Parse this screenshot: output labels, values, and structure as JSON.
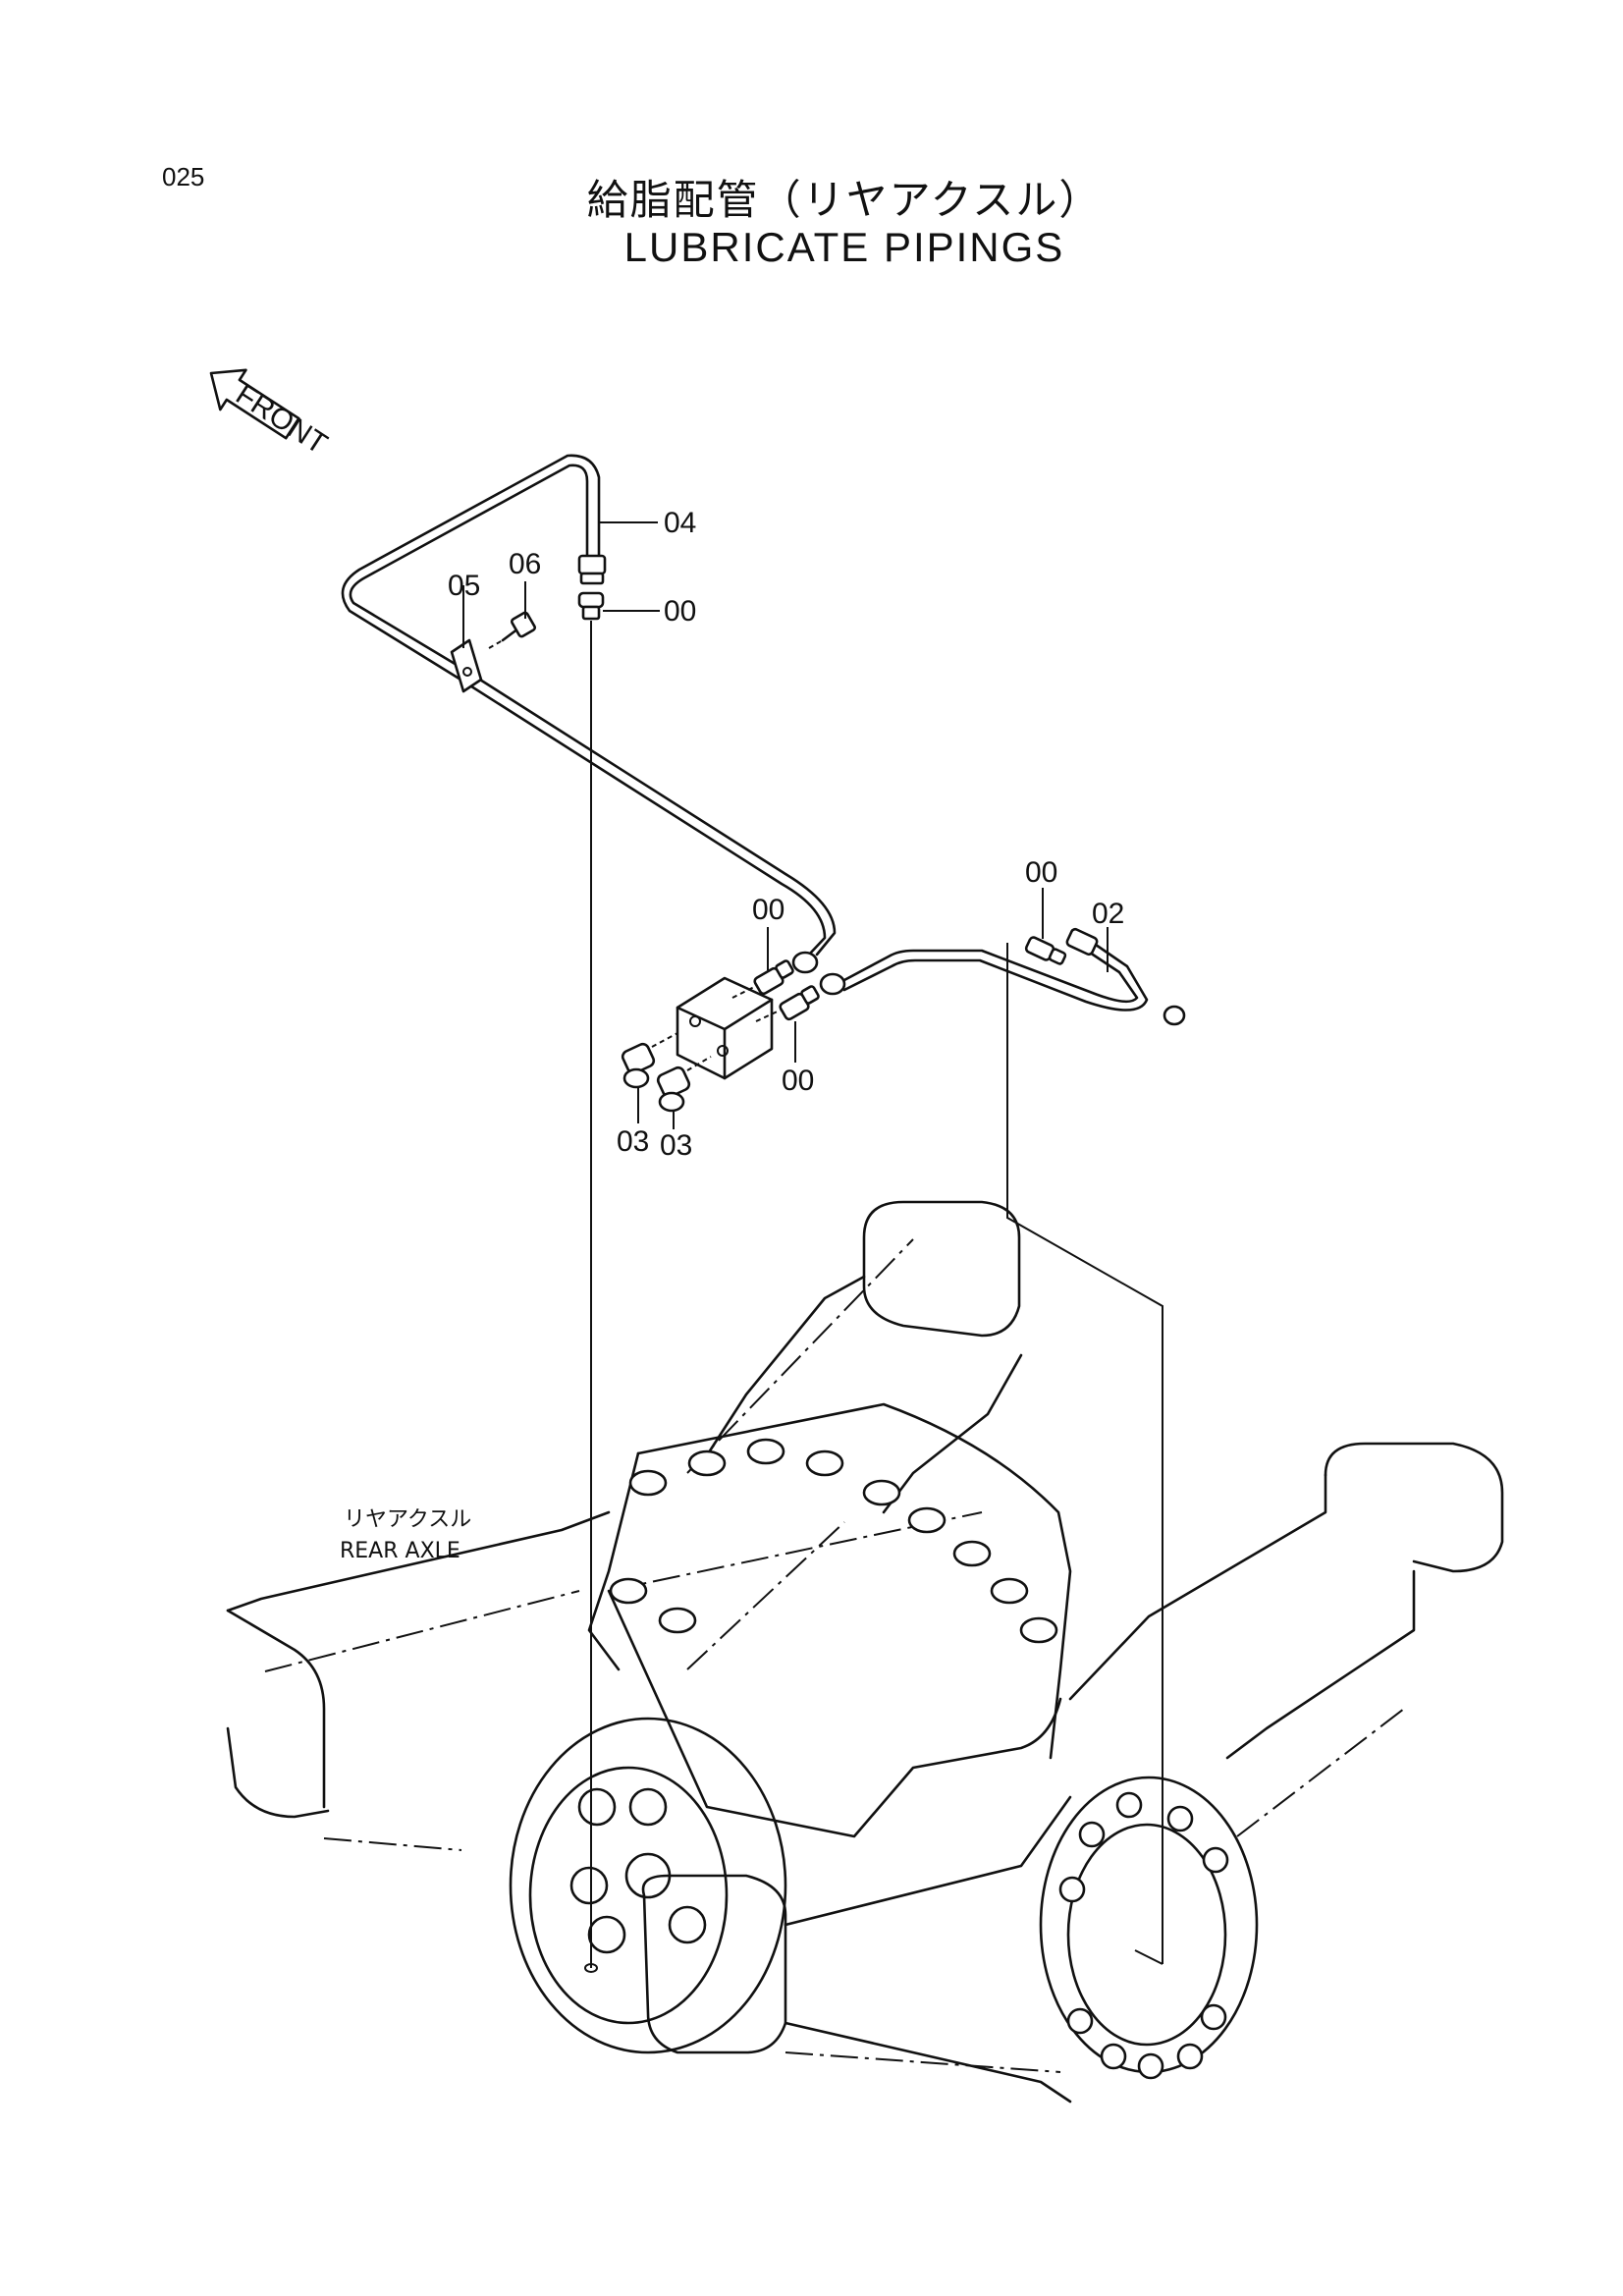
{
  "page": {
    "number": "025",
    "title_jp": "給脂配管（リヤアクスル）",
    "title_en": "LUBRICATE PIPINGS"
  },
  "direction_arrow": {
    "label": "FRONT",
    "icon": "arrow-left-icon"
  },
  "callouts": {
    "c04": "04",
    "c00_top": "00",
    "c06": "06",
    "c05": "05",
    "c00_mid_left": "00",
    "c00_mid_right": "00",
    "c00_right": "00",
    "c02": "02",
    "c03_left": "03",
    "c03_right": "03"
  },
  "assembly_label": {
    "jp": "リヤアクスル",
    "en": "REAR AXLE"
  }
}
